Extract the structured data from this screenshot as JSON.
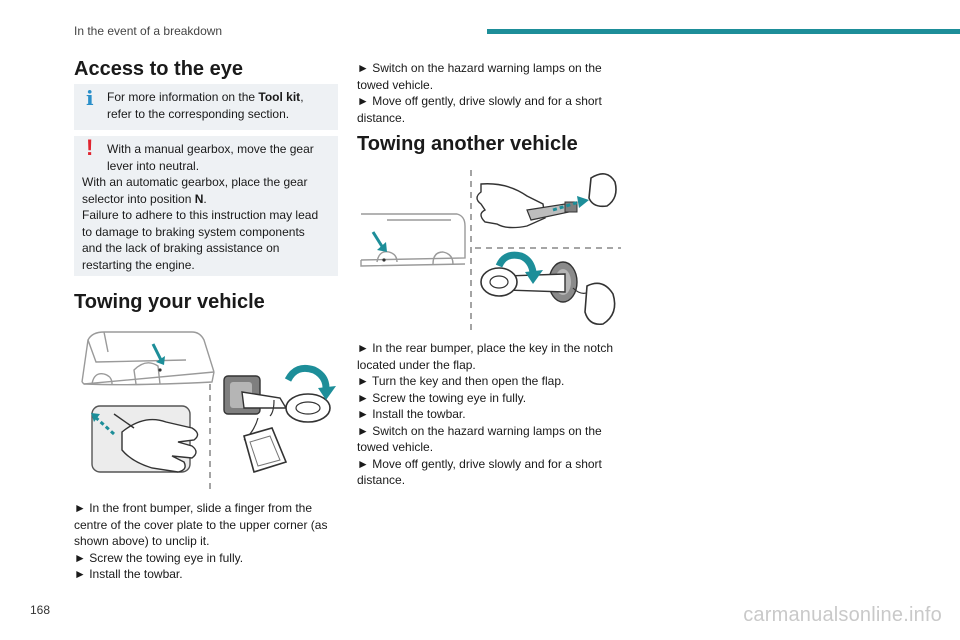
{
  "header": {
    "section": "In the event of a breakdown",
    "accent_color": "#1d8e99"
  },
  "page_number": "168",
  "watermark": "carmanualsonline.info",
  "access_eye": {
    "title": "Access to the eye",
    "info_note": {
      "icon": "info-icon",
      "line1_pre": "For more information on the ",
      "line1_bold": "Tool kit",
      "line1_post": ",",
      "line2": "refer to the corresponding section."
    },
    "warning_note": {
      "icon": "warning-icon",
      "line1": "With a manual gearbox, move the gear",
      "line2": "lever into neutral.",
      "line3": "With an automatic gearbox, place the gear",
      "line4_pre": "selector into position ",
      "line4_bold": "N",
      "line4_post": ".",
      "line5": "Failure to adhere to this instruction may lead",
      "line6": "to damage to braking system components",
      "line7": "and the lack of braking assistance on",
      "line8": "restarting the engine."
    }
  },
  "towing_your_vehicle": {
    "title": "Towing your vehicle",
    "steps": [
      "► In the front bumper, slide a finger from the",
      "centre of the cover plate to the upper corner (as",
      "shown above) to unclip it.",
      "► Screw the towing eye in fully.",
      "► Install the towbar."
    ]
  },
  "column2_top": {
    "steps": [
      "► Switch on the hazard warning lamps on the",
      "towed vehicle.",
      "► Move off gently, drive slowly and for a short",
      "distance."
    ]
  },
  "towing_another_vehicle": {
    "title": "Towing another vehicle",
    "steps": [
      "► In the rear bumper, place the key in the notch",
      "located under the flap.",
      "► Turn the key and then open the flap.",
      "► Screw the towing eye in fully.",
      "► Install the towbar.",
      "► Switch on the hazard warning lamps on the",
      "towed vehicle.",
      "► Move off gently, drive slowly and for a short",
      "distance."
    ]
  }
}
